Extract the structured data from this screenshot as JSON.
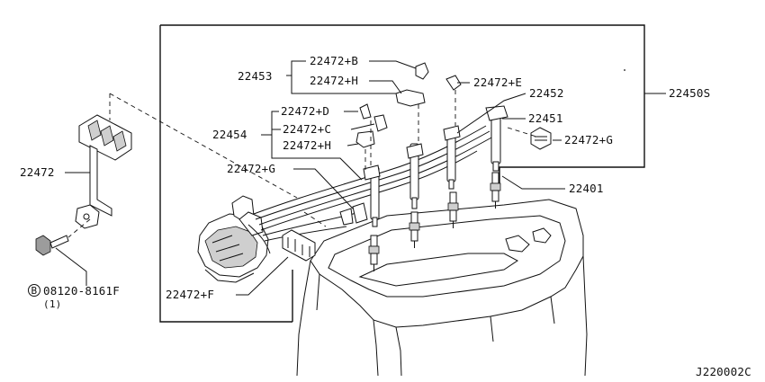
{
  "labels": {
    "p22453": "22453",
    "p22472b": "22472+B",
    "p22472h_top": "22472+H",
    "p22472e": "22472+E",
    "p22452": "22452",
    "p22450s": "22450S",
    "p22451": "22451",
    "p22472d": "22472+D",
    "p22472c": "22472+C",
    "p22454": "22454",
    "p22472h_mid": "22472+H",
    "p22472g_right": "22472+G",
    "p22472g_left": "22472+G",
    "p22401": "22401",
    "p22472": "22472",
    "p22472f": "22472+F",
    "bolt_symbol": "B",
    "bolt_part": "08120-8161F",
    "bolt_qty": "(1)",
    "diagram_code": "J220002C"
  }
}
